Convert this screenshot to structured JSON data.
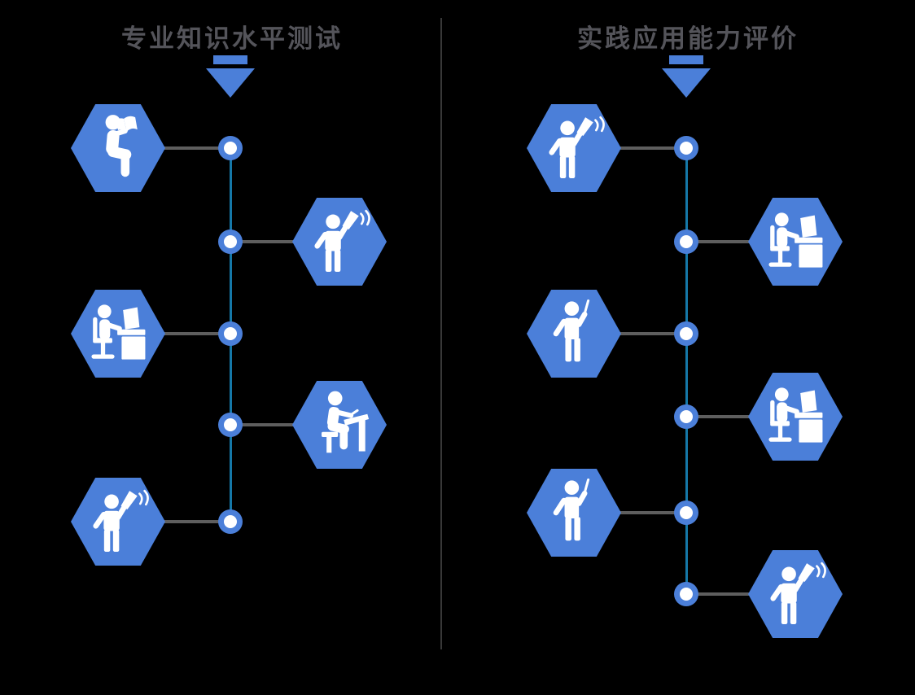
{
  "page": {
    "background": "#000000"
  },
  "colors": {
    "shape_blue": "#4B7FD9",
    "timeline_teal": "#1578A8",
    "connector_gray": "#5E5E5E",
    "title_gray": "#54545A",
    "divider_gray": "#383838",
    "pictogram_white": "#FFFFFF"
  },
  "columns": [
    {
      "title": "专业知识水平测试",
      "arrow_icon": "down-arrow-icon",
      "items": [
        {
          "icon": "reading-person-icon",
          "side": "left"
        },
        {
          "icon": "megaphone-person-icon",
          "side": "right"
        },
        {
          "icon": "computer-desk-person-icon",
          "side": "left"
        },
        {
          "icon": "writing-desk-person-icon",
          "side": "right"
        },
        {
          "icon": "megaphone-person-icon",
          "side": "left"
        }
      ]
    },
    {
      "title": "实践应用能力评价",
      "arrow_icon": "down-arrow-icon",
      "items": [
        {
          "icon": "megaphone-person-icon",
          "side": "left"
        },
        {
          "icon": "computer-desk-person-icon",
          "side": "right"
        },
        {
          "icon": "pointer-person-icon",
          "side": "left"
        },
        {
          "icon": "computer-desk-person-icon",
          "side": "right"
        },
        {
          "icon": "pointer-person-icon",
          "side": "left"
        },
        {
          "icon": "megaphone-person-icon",
          "side": "right"
        }
      ]
    }
  ]
}
